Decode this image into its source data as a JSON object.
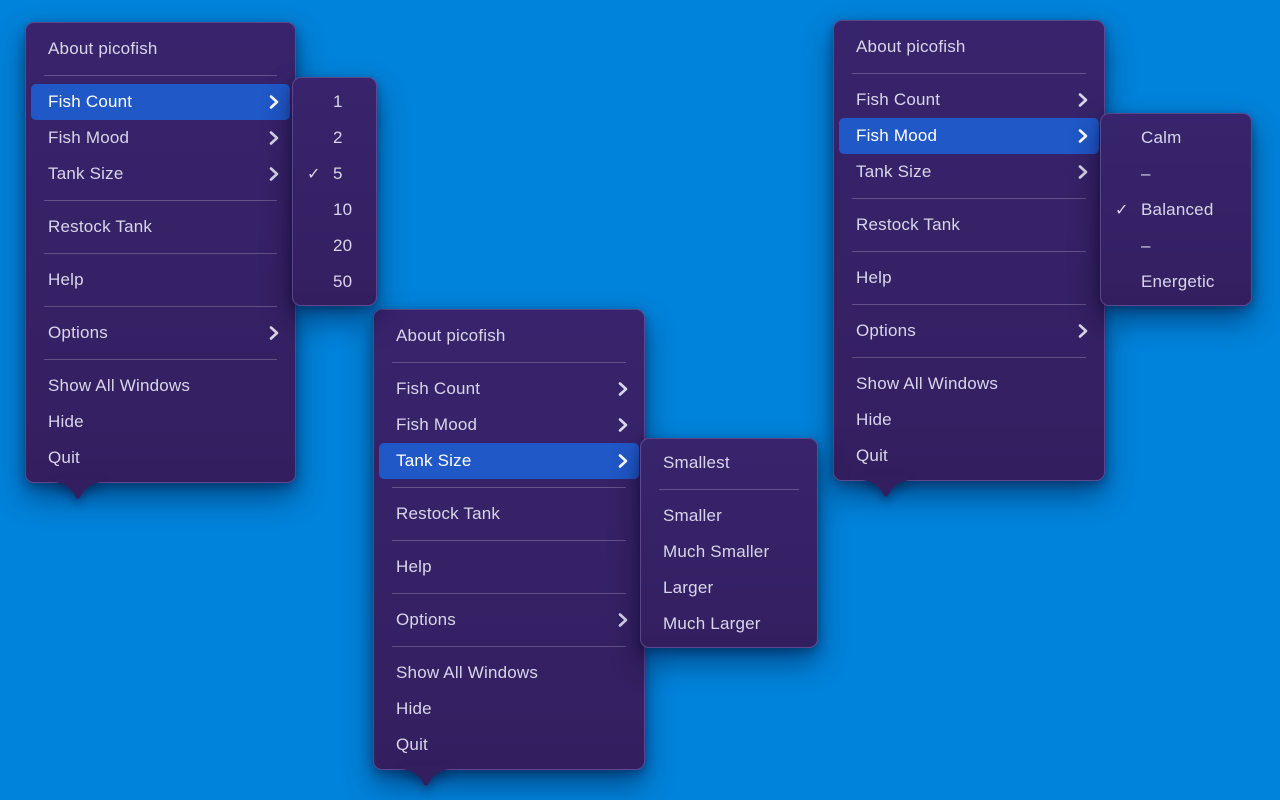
{
  "app_name": "picofish",
  "colors": {
    "desktop_background": "#0083DB",
    "menu_background_top": "#38246C",
    "menu_background_bottom": "#331F60",
    "highlight": "#2058C8",
    "text": "#D9D5EA",
    "highlighted_text": "#FFFFFF",
    "separator": "rgba(255,255,255,0.22)"
  },
  "icons": {
    "chevron_right": "›",
    "checkmark": "✓"
  },
  "menus": {
    "left": {
      "highlighted_item": "Fish Count",
      "items": {
        "about": "About picofish",
        "fish_count": "Fish Count",
        "fish_mood": "Fish Mood",
        "tank_size": "Tank Size",
        "restock_tank": "Restock Tank",
        "help": "Help",
        "options": "Options",
        "show_all_windows": "Show All Windows",
        "hide": "Hide",
        "quit": "Quit"
      },
      "submenu": {
        "parent": "Fish Count",
        "items": [
          "1",
          "2",
          "5",
          "10",
          "20",
          "50"
        ],
        "checked": "5"
      }
    },
    "middle": {
      "highlighted_item": "Tank Size",
      "items": {
        "about": "About picofish",
        "fish_count": "Fish Count",
        "fish_mood": "Fish Mood",
        "tank_size": "Tank Size",
        "restock_tank": "Restock Tank",
        "help": "Help",
        "options": "Options",
        "show_all_windows": "Show All Windows",
        "hide": "Hide",
        "quit": "Quit"
      },
      "submenu": {
        "parent": "Tank Size",
        "items": [
          "Smallest",
          "Smaller",
          "Much Smaller",
          "Larger",
          "Much Larger"
        ],
        "checked": ""
      }
    },
    "right": {
      "highlighted_item": "Fish Mood",
      "items": {
        "about": "About picofish",
        "fish_count": "Fish Count",
        "fish_mood": "Fish Mood",
        "tank_size": "Tank Size",
        "restock_tank": "Restock Tank",
        "help": "Help",
        "options": "Options",
        "show_all_windows": "Show All Windows",
        "hide": "Hide",
        "quit": "Quit"
      },
      "submenu": {
        "parent": "Fish Mood",
        "items": [
          "Calm",
          "–",
          "Balanced",
          "–",
          "Energetic"
        ],
        "checked": "Balanced"
      }
    }
  }
}
